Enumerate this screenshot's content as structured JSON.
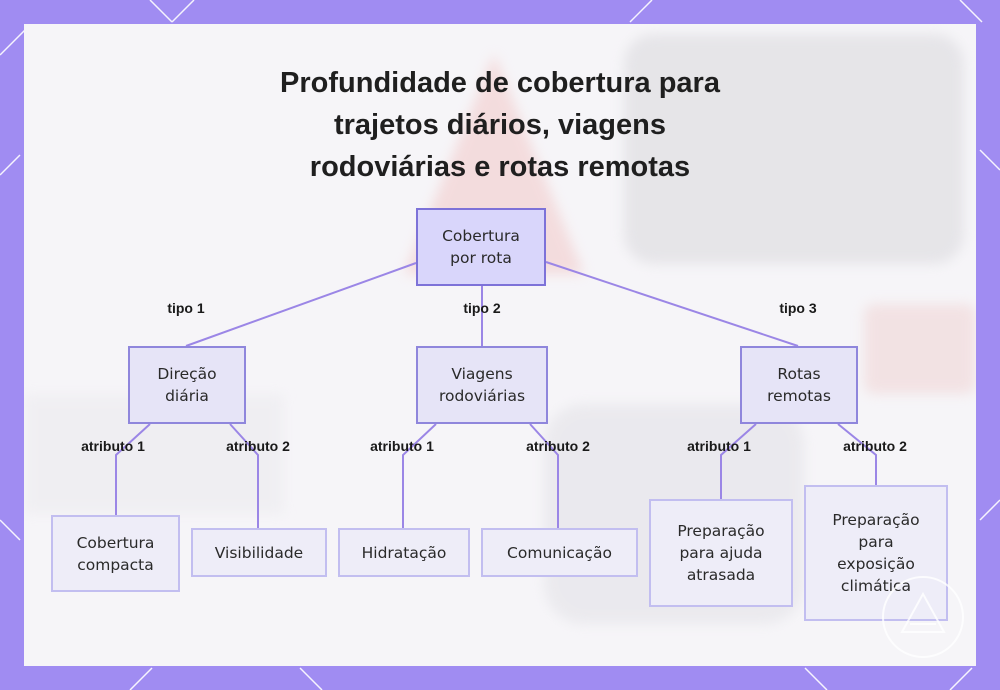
{
  "title": {
    "line1": "Profundidade de cobertura para",
    "line2": "trajetos diários, viagens",
    "line3": "rodoviárias e rotas remotas"
  },
  "nodes": {
    "root": "Cobertura\npor rota",
    "t1": "Direção\ndiária",
    "t2": "Viagens\nrodoviárias",
    "t3": "Rotas\nremotas",
    "l1": "Cobertura\ncompacta",
    "l2": "Visibilidade",
    "l3": "Hidratação",
    "l4": "Comunicação",
    "l5": "Preparação\npara ajuda\natrasada",
    "l6": "Preparação\npara\nexposição\nclimática"
  },
  "edge_labels": {
    "e_t1": "tipo 1",
    "e_t2": "tipo 2",
    "e_t3": "tipo 3",
    "e_l1": "atributo 1",
    "e_l2": "atributo 2",
    "e_l3": "atributo 1",
    "e_l4": "atributo 2",
    "e_l5": "atributo 1",
    "e_l6": "atributo 2"
  },
  "colors": {
    "frame": "#a08cf2",
    "edge": "#9b86e6",
    "node_fill": "#e6e4f7",
    "root_fill": "#d9d6fb"
  }
}
